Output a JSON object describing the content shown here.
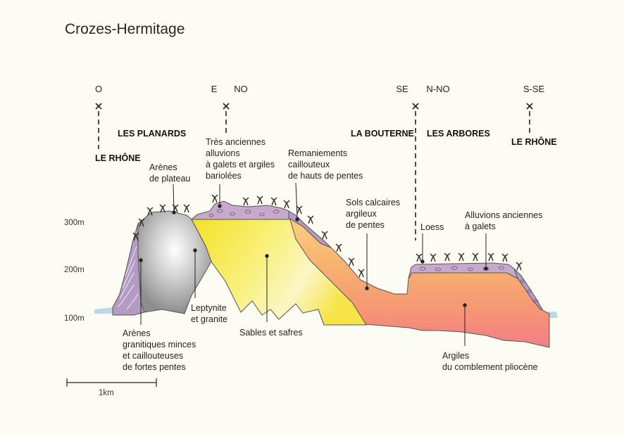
{
  "title": "Crozes-Hermitage",
  "directions": [
    "O",
    "E",
    "NO",
    "SE",
    "N-NO",
    "S-SE"
  ],
  "places": {
    "rhone_left": "LE RHÔNE",
    "planards": "LES PLANARDS",
    "bouterne": "LA BOUTERNE",
    "arbores": "LES ARBORES",
    "rhone_right": "LE RHÔNE"
  },
  "altitudes": [
    "300m",
    "200m",
    "100m"
  ],
  "scale_label": "1km",
  "labels": {
    "arenes_plateau": [
      "Arènes",
      "de plateau"
    ],
    "tres_anciennes": [
      "Très anciennes",
      "alluvions",
      "à galets et argiles",
      "bariolées"
    ],
    "remaniements": [
      "Remaniements",
      "caillouteux",
      "de hauts de pentes"
    ],
    "sols_calcaires": [
      "Sols calcaires",
      "argileux",
      "de pentes"
    ],
    "loess": [
      "Loess"
    ],
    "alluvions_anciennes": [
      "Alluvions anciennes",
      "à galets"
    ],
    "leptynite": [
      "Leptynite",
      "et granite"
    ],
    "sables": [
      "Sables et safres"
    ],
    "arenes_granitiques": [
      "Arènes",
      "granitiques minces",
      "et caillouteuses",
      "de fortes pentes"
    ],
    "argiles": [
      "Argiles",
      "du comblement pliocène"
    ]
  },
  "colors": {
    "granite": "#9c9c9c",
    "sables": "#f6e94c",
    "argiles": "#f5a870",
    "alluvions": "#c7a9cc",
    "water": "#b8d9ec",
    "vines": "#2a2a2a"
  }
}
